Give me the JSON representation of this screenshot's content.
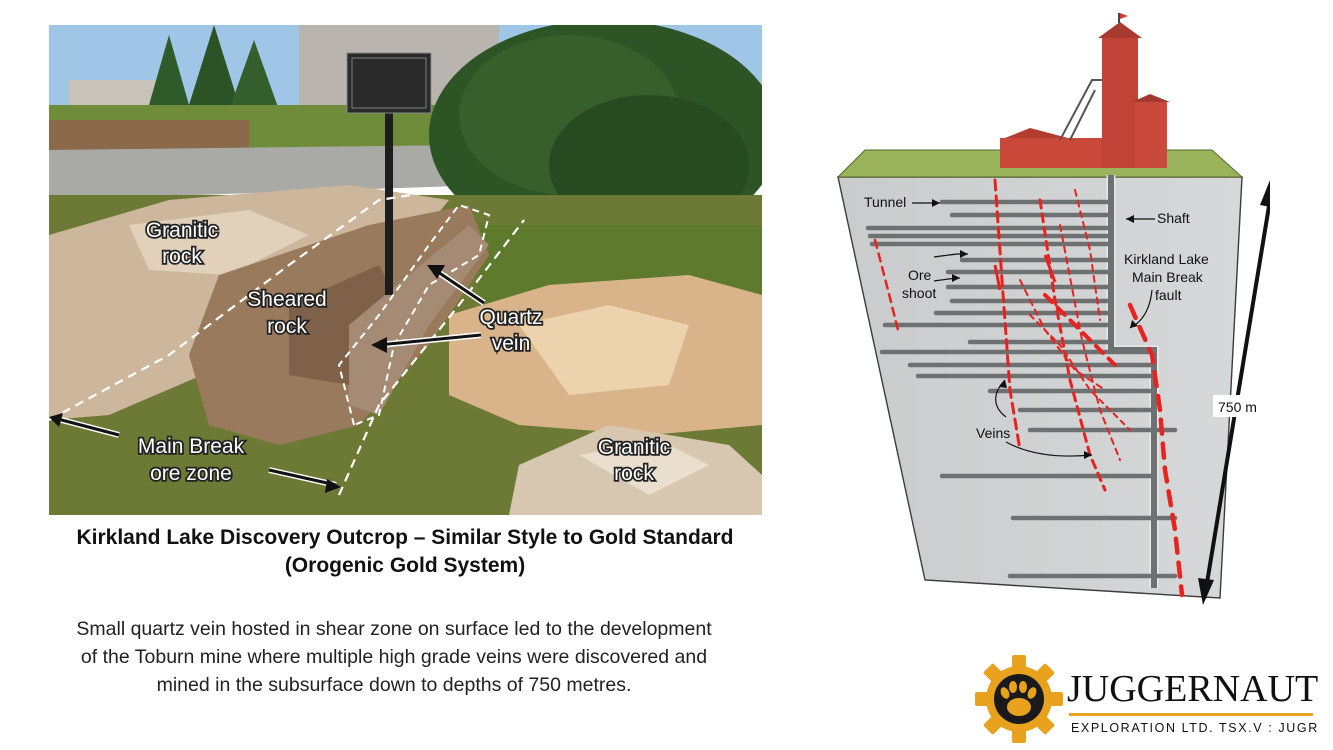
{
  "photo": {
    "labels": {
      "granitic_top": [
        "Granitic",
        "rock"
      ],
      "sheared": [
        "Sheared",
        "rock"
      ],
      "quartz": [
        "Quartz",
        "vein"
      ],
      "main_break": [
        "Main Break",
        "ore zone"
      ],
      "granitic_bottom": [
        "Granitic",
        "rock"
      ]
    }
  },
  "caption": {
    "title_line1": "Kirkland Lake Discovery Outcrop – Similar Style to Gold Standard",
    "title_line2": "(Orogenic Gold System)",
    "body_line1": "Small quartz vein hosted in shear zone on surface led to the development",
    "body_line2": "of the Toburn mine where multiple high grade veins were discovered and",
    "body_line3": "mined in the subsurface down to depths of 750 metres."
  },
  "diagram": {
    "labels": {
      "tunnel": "Tunnel",
      "shaft": "Shaft",
      "ore_shoot": [
        "Ore",
        "shoot"
      ],
      "fault": [
        "Kirkland Lake",
        "Main Break",
        "fault"
      ],
      "veins": "Veins",
      "depth": "750 m"
    },
    "colors": {
      "block": "#cfd1d2",
      "vein": "#e8231f",
      "tunnel": "#6e7172",
      "surface": "#9ab25a"
    }
  },
  "logo": {
    "name": "JUGGERNAUT",
    "subtitle": "EXPLORATION LTD. TSX.V : JUGR",
    "accent": "#e8a21d"
  }
}
